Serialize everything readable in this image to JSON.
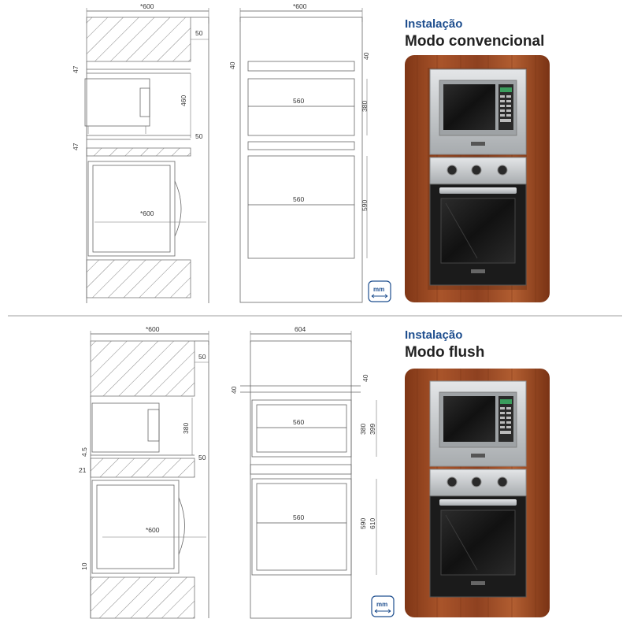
{
  "sections": [
    {
      "install_label": "Instalação",
      "mode_label": "Modo convencional",
      "side_view": {
        "width_top": "*600",
        "gap_top": "50",
        "gap_left_top": "47",
        "height_micro": "460",
        "gap_bottom": "50",
        "gap_left_bottom": "47",
        "oven_depth": "*600"
      },
      "front_view": {
        "width_top": "*600",
        "gap_left": "40",
        "gap_right": "40",
        "micro_width": "560",
        "micro_height": "380",
        "oven_width": "560",
        "oven_height": "590"
      },
      "unit_badge": "mm"
    },
    {
      "install_label": "Instalação",
      "mode_label": "Modo flush",
      "side_view": {
        "width_top": "*600",
        "gap_top": "50",
        "gap_left_top": "4.5",
        "height_micro": "380",
        "gap_bottom": "50",
        "gap_left_bottom": "21",
        "oven_depth": "*600",
        "gap_left_low": "10"
      },
      "front_view": {
        "width_top": "604",
        "gap_left": "40",
        "gap_right": "40",
        "micro_width": "560",
        "micro_height": "380",
        "micro_height_outer": "399",
        "oven_width": "560",
        "oven_height": "590",
        "oven_height_outer": "610"
      },
      "unit_badge": "mm"
    }
  ],
  "colors": {
    "title_blue": "#1f4f8f",
    "wood": "#9a4a22",
    "steel": "#c9ccce",
    "glass": "#1a1a1a",
    "divider": "#cfcfcf"
  },
  "icons": [
    "ruler-mm-icon"
  ]
}
